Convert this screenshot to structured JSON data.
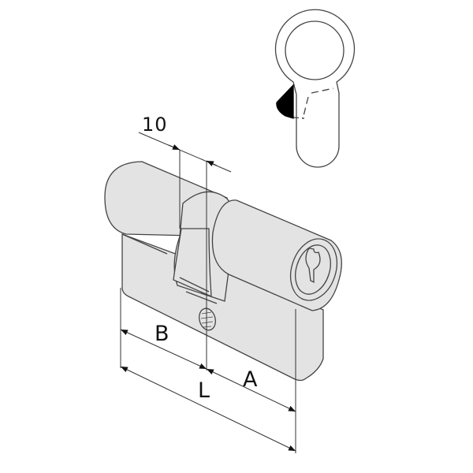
{
  "diagram": {
    "subject": "Euro profile double lock cylinder with dimension annotations",
    "views": [
      "front-profile-view",
      "isometric-view"
    ],
    "dimensions": {
      "cam_width": "10",
      "side_b": "B",
      "side_a": "A",
      "total_length": "L"
    },
    "colors": {
      "background": "#ffffff",
      "body_fill": "#e3e3e3",
      "outline": "#333333",
      "cam": "#000000"
    }
  }
}
